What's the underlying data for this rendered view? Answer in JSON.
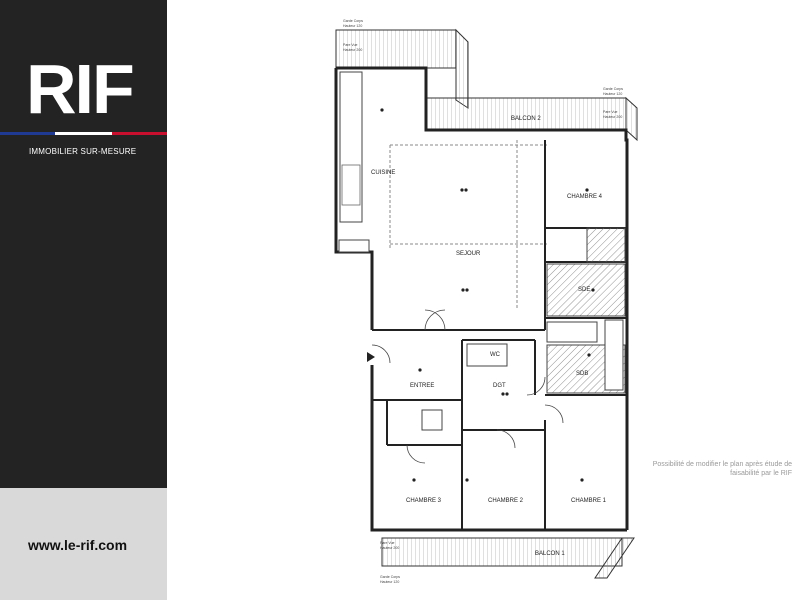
{
  "brand": {
    "logo_text": "RIF",
    "tagline": "IMMOBILIER  SUR-MESURE",
    "flag_colors": [
      "#1f3a93",
      "#ffffff",
      "#c8102e"
    ]
  },
  "section": {
    "title": "PLAN",
    "note": "Possibilité de modifier le plan après étude de faisabilité par le RIF"
  },
  "website": "www.le-rif.com",
  "plan": {
    "rooms": {
      "cuisine": "CUISINE",
      "sejour": "SEJOUR",
      "chambre4": "CHAMBRE 4",
      "sde": "SDE",
      "wc": "WC",
      "dgt": "DGT",
      "sdb": "SDB",
      "entree": "ENTREE",
      "chambre3": "CHAMBRE 3",
      "chambre2": "CHAMBRE 2",
      "chambre1": "CHAMBRE 1",
      "balcon1": "BALCON 1",
      "balcon2": "BALCON 2"
    },
    "annotations": {
      "garde_corps": "Garde Corps",
      "hauteur_120": "Hauteur 120",
      "pare_vue": "Pare Vue",
      "hauteur_200": "Hauteur 200"
    }
  }
}
